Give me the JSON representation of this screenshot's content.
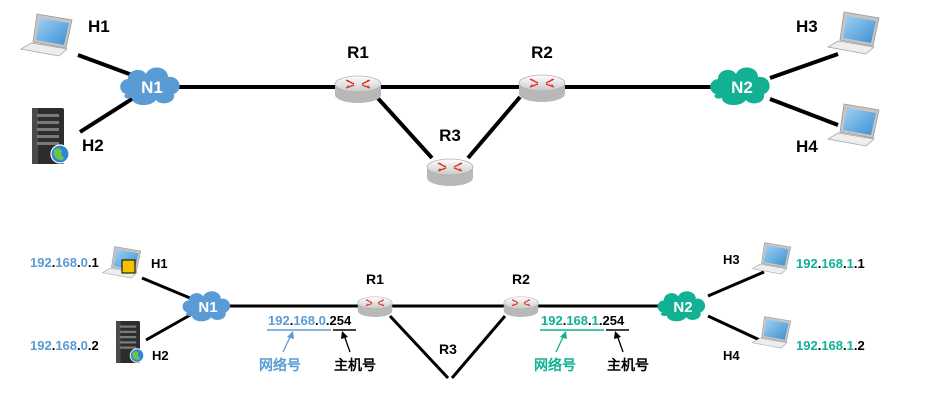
{
  "top": {
    "hosts": {
      "h1": "H1",
      "h2": "H2",
      "h3": "H3",
      "h4": "H4"
    },
    "networks": {
      "n1": "N1",
      "n2": "N2"
    },
    "routers": {
      "r1": "R1",
      "r2": "R2",
      "r3": "R3"
    }
  },
  "bottom": {
    "hosts": {
      "h1": "H1",
      "h2": "H2",
      "h3": "H3",
      "h4": "H4"
    },
    "networks": {
      "n1": "N1",
      "n2": "N2"
    },
    "routers": {
      "r1": "R1",
      "r2": "R2",
      "r3": "R3"
    },
    "ip": {
      "h1": {
        "a": "192",
        "b": "168",
        "c": "0",
        "d": "1"
      },
      "h2": {
        "a": "192",
        "b": "168",
        "c": "0",
        "d": "2"
      },
      "h3": {
        "a": "192",
        "b": "168",
        "c": "1",
        "d": "1"
      },
      "h4": {
        "a": "192",
        "b": "168",
        "c": "1",
        "d": "2"
      },
      "r1": {
        "a": "192",
        "b": "168",
        "c": "0",
        "d": "254"
      },
      "r2": {
        "a": "192",
        "b": "168",
        "c": "1",
        "d": "254"
      }
    },
    "net_label": "网络号",
    "host_label": "主机号"
  },
  "colors": {
    "blue": "#5b9bd5",
    "green": "#13b193",
    "link": "#000000"
  }
}
